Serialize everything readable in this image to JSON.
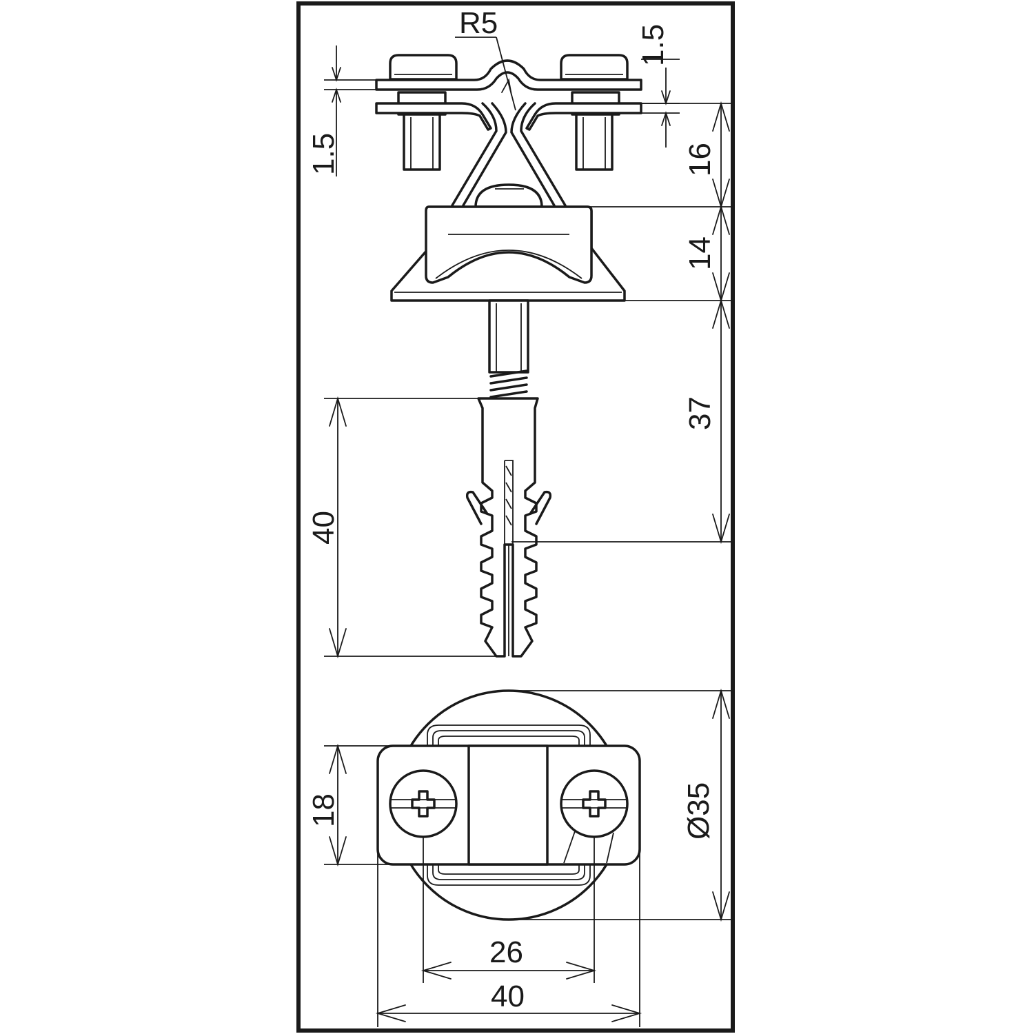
{
  "drawing": {
    "colors": {
      "line": "#1a1a1a",
      "background": "#ffffff"
    },
    "dimensions": {
      "r5": "R5",
      "top_1_5_left": "1.5",
      "top_1_5_right": "1.5",
      "d16": "16",
      "d14": "14",
      "d37": "37",
      "d40_vertical": "40",
      "d18": "18",
      "dia35": "Ø35",
      "d26": "26",
      "d40_horizontal": "40"
    }
  }
}
